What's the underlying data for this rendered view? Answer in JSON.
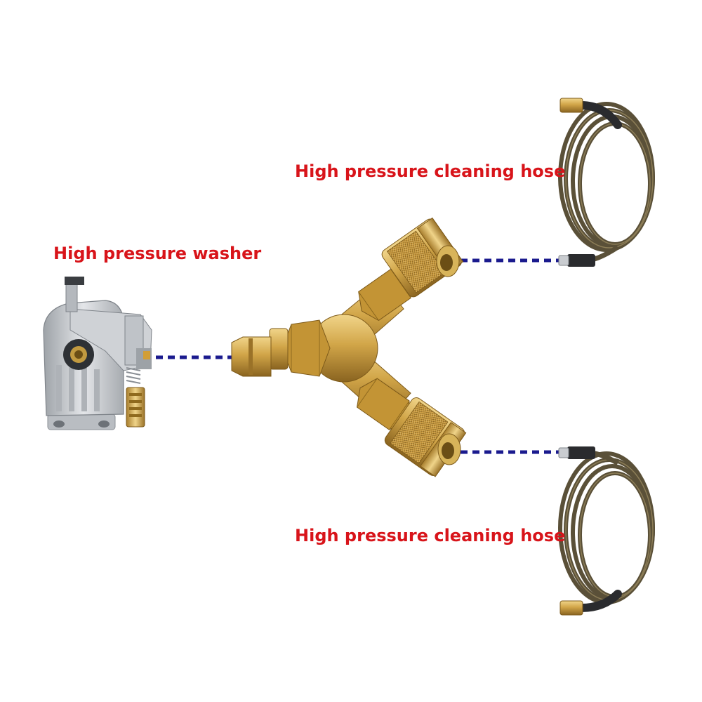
{
  "labels": {
    "washer": "High pressure washer",
    "hose_top": "High pressure cleaning hose",
    "hose_bottom": "High pressure cleaning hose"
  },
  "colors": {
    "label_text": "#d8141a",
    "connector_dash": "#1a1a8e",
    "brass": "#c9a24a",
    "brass_dark": "#8f6a1e",
    "hose": "#5a5038",
    "pump_metal": "#c9ccd0"
  },
  "icons": {
    "washer": "pressure-washer-pump-icon",
    "adapter": "brass-y-splitter-icon",
    "hose": "coiled-hose-icon"
  }
}
